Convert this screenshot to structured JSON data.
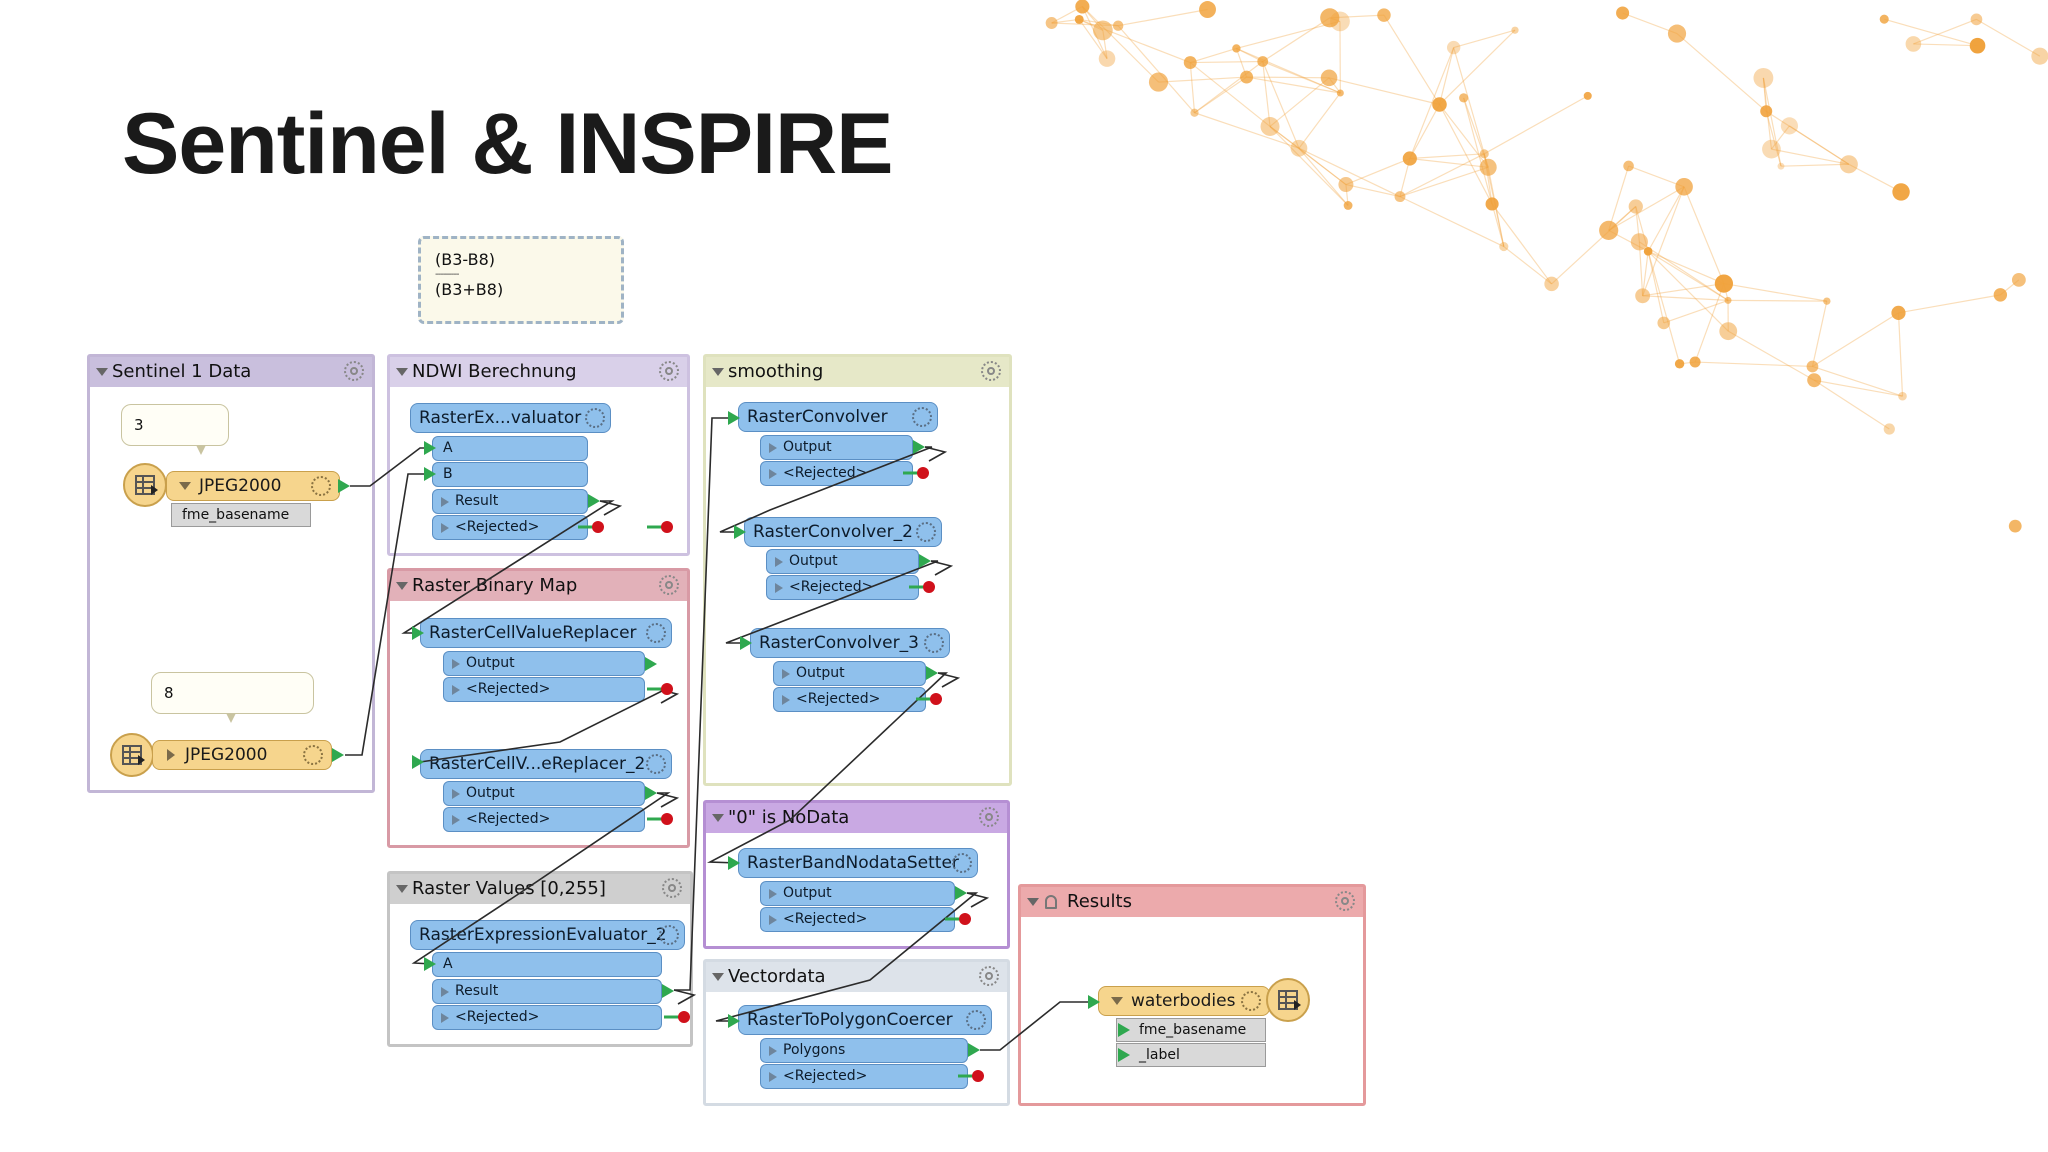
{
  "slide": {
    "title": "Sentinel & INSPIRE"
  },
  "colors": {
    "accent_orange": "#f0a13a",
    "node_blue": "#8fc0ec",
    "reader_yellow": "#f6d58d",
    "port_green": "#2fa84f",
    "reject_red": "#d0111b"
  },
  "note": {
    "line1": "(B3-B8)",
    "separator": "---------",
    "line2": "(B3+B8)"
  },
  "bookmarks": {
    "sentinel": {
      "title": "Sentinel 1 Data",
      "bubble1": "3",
      "bubble2": "8",
      "reader1": {
        "label": "JPEG2000",
        "attr": "fme_basename"
      },
      "reader2": {
        "label": "JPEG2000"
      }
    },
    "ndwi": {
      "title": "NDWI Berechnung",
      "node": "RasterEx...valuator",
      "ports": [
        "A",
        "B",
        "Result",
        "<Rejected>"
      ]
    },
    "binary": {
      "title": "Raster Binary Map",
      "node1": "RasterCellValueReplacer",
      "node1_ports": [
        "Output",
        "<Rejected>"
      ],
      "node2": "RasterCellV...eReplacer_2",
      "node2_ports": [
        "Output",
        "<Rejected>"
      ]
    },
    "values": {
      "title": "Raster Values [0,255]",
      "node": "RasterExpressionEvaluator_2",
      "ports": [
        "A",
        "Result",
        "<Rejected>"
      ]
    },
    "smoothing": {
      "title": "smoothing",
      "node1": "RasterConvolver",
      "node1_ports": [
        "Output",
        "<Rejected>"
      ],
      "node2": "RasterConvolver_2",
      "node2_ports": [
        "Output",
        "<Rejected>"
      ],
      "node3": "RasterConvolver_3",
      "node3_ports": [
        "Output",
        "<Rejected>"
      ]
    },
    "nodata": {
      "title": "\"0\" is NoData",
      "node": "RasterBandNodataSetter",
      "ports": [
        "Output",
        "<Rejected>"
      ]
    },
    "vector": {
      "title": "Vectordata",
      "node": "RasterToPolygonCoercer",
      "ports": [
        "Polygons",
        "<Rejected>"
      ]
    },
    "results": {
      "title": "Results",
      "writer": "waterbodies",
      "attrs": [
        "fme_basename",
        "_label"
      ]
    }
  }
}
